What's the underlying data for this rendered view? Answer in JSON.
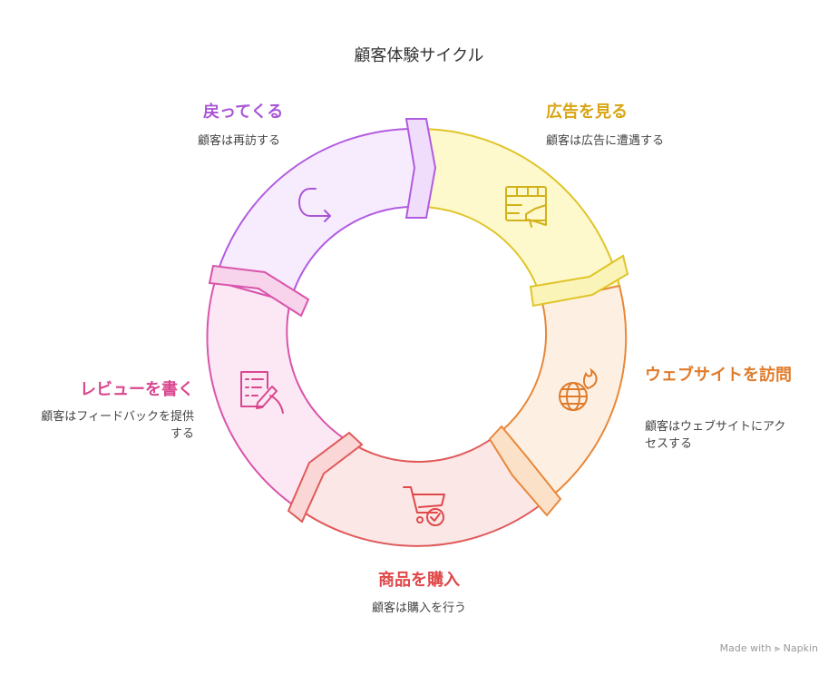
{
  "title": "顧客体験サイクル",
  "stages": [
    {
      "title": "広告を見る",
      "desc": "顧客は広告に遭遇する",
      "color": "#d9a514",
      "icon": "billboard-megaphone-icon"
    },
    {
      "title": "ウェブサイトを訪問",
      "desc": "顧客はウェブサイトにアクセスする",
      "color": "#e07b2a",
      "icon": "globe-icon"
    },
    {
      "title": "商品を購入",
      "desc": "顧客は購入を行う",
      "color": "#e0484a",
      "icon": "shopping-cart-icon"
    },
    {
      "title": "レビューを書く",
      "desc": "顧客はフィードバックを提供する",
      "color": "#d9478f",
      "icon": "review-pen-icon"
    },
    {
      "title": "戻ってくる",
      "desc": "顧客は再訪する",
      "color": "#a955d6",
      "icon": "return-arrow-icon"
    }
  ],
  "watermark": "Made with ⪢ Napkin"
}
